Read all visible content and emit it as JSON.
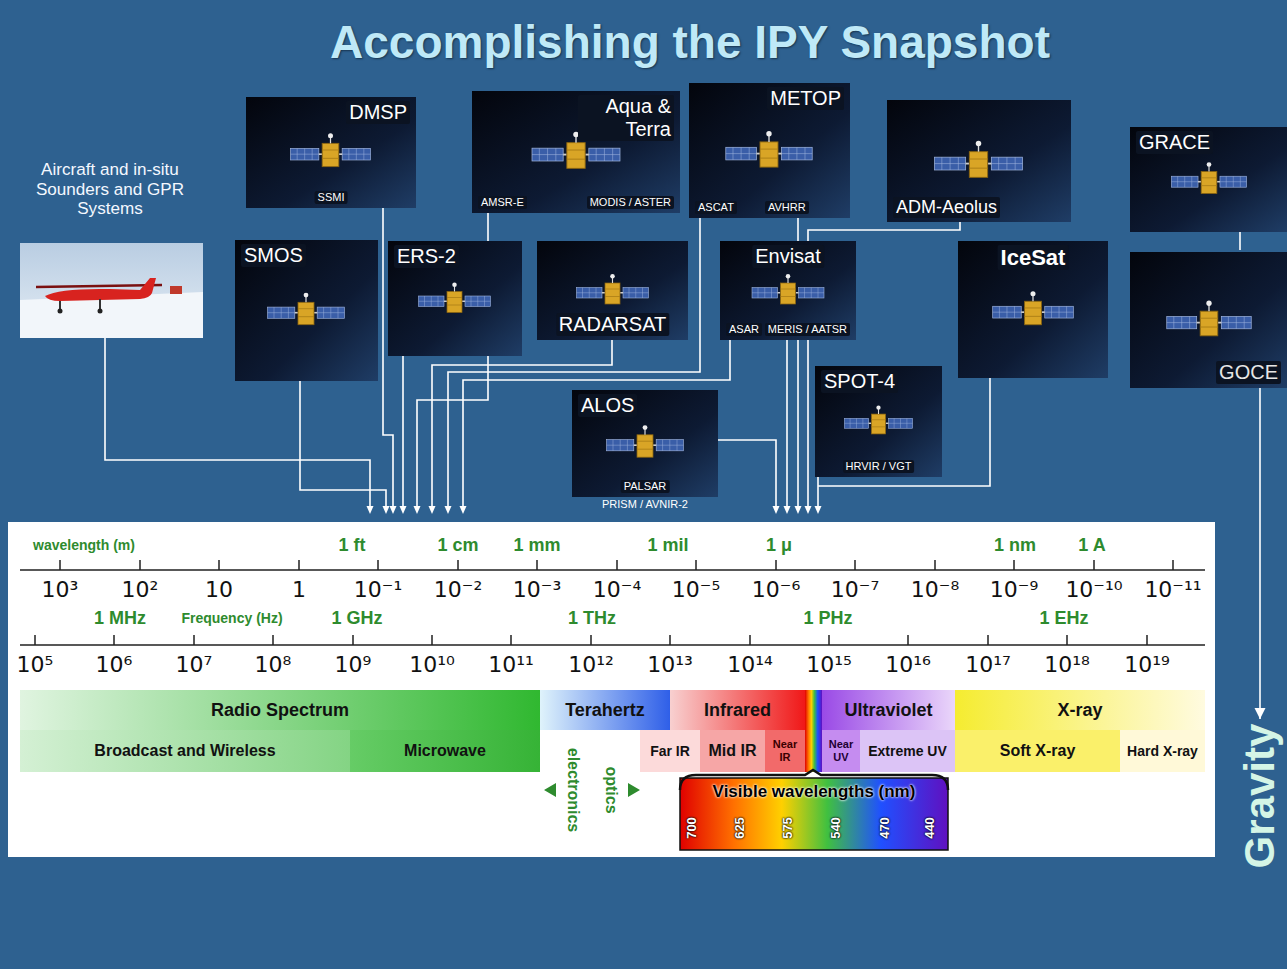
{
  "diagram": {
    "title": "Accomplishing the IPY Snapshot",
    "nodes": [
      {
        "text": [
          "Aircraft and in-situ Sounders and GPR Systems"
        ]
      },
      {
        "text": [
          "DMSP",
          "SSMI"
        ]
      },
      {
        "text": [
          "Aqua & Terra",
          "AMSR-E",
          "MODIS / ASTER"
        ]
      },
      {
        "text": [
          "METOP",
          "ASCAT",
          "AVHRR"
        ]
      },
      {
        "text": [
          "ADM-Aeolus"
        ]
      },
      {
        "text": [
          "GRACE"
        ]
      },
      {
        "text": [
          "SMOS"
        ]
      },
      {
        "text": [
          "ERS-2"
        ]
      },
      {
        "text": [
          "RADARSAT"
        ]
      },
      {
        "text": [
          "Envisat",
          "ASAR",
          "MERIS / AATSR"
        ]
      },
      {
        "text": [
          "IceSat"
        ]
      },
      {
        "text": [
          "GOCE"
        ]
      },
      {
        "text": [
          "SPOT-4",
          "HRVIR / VGT"
        ]
      },
      {
        "text": [
          "ALOS",
          "PALSAR",
          "PRISM / AVNIR-2"
        ]
      },
      {
        "text": [
          "Radio Spectrum"
        ]
      },
      {
        "text": [
          "Terahertz"
        ]
      },
      {
        "text": [
          "Infrared"
        ]
      },
      {
        "text": [
          "Ultraviolet"
        ]
      },
      {
        "text": [
          "X-ray"
        ]
      },
      {
        "text": [
          "Broadcast and Wireless"
        ]
      },
      {
        "text": [
          "Microwave"
        ]
      },
      {
        "text": [
          "Far IR"
        ]
      },
      {
        "text": [
          "Mid IR"
        ]
      },
      {
        "text": [
          "Near IR"
        ]
      },
      {
        "text": [
          "Near UV"
        ]
      },
      {
        "text": [
          "Extreme UV"
        ]
      },
      {
        "text": [
          "Soft X-ray"
        ]
      },
      {
        "text": [
          "Hard X-ray"
        ]
      },
      {
        "text": [
          "Visible wavelengths (nm)",
          "700",
          "625",
          "575",
          "540",
          "470",
          "440"
        ]
      },
      {
        "text": [
          "Gravity"
        ]
      }
    ],
    "edges": [
      {
        "from": 5,
        "to": 11,
        "arrow": "none"
      },
      {
        "from": 11,
        "to": 29,
        "arrow": "to"
      }
    ],
    "labels": [
      "wavelength (m)",
      "1 ft",
      "1 cm",
      "1 mm",
      "1 mil",
      "1 μ",
      "1 nm",
      "1 A",
      "10³",
      "10²",
      "10",
      "1",
      "10⁻¹",
      "10⁻²",
      "10⁻³",
      "10⁻⁴",
      "10⁻⁵",
      "10⁻⁶",
      "10⁻⁷",
      "10⁻⁸",
      "10⁻⁹",
      "10⁻¹⁰",
      "10⁻¹¹",
      "1 MHz",
      "Frequency (Hz)",
      "1 GHz",
      "1 THz",
      "1 PHz",
      "1 EHz",
      "10⁵",
      "10⁶",
      "10⁷",
      "10⁸",
      "10⁹",
      "10¹⁰",
      "10¹¹",
      "10¹²",
      "10¹³",
      "10¹⁴",
      "10¹⁵",
      "10¹⁶",
      "10¹⁷",
      "10¹⁸",
      "10¹⁹",
      "electronics",
      "optics"
    ]
  }
}
